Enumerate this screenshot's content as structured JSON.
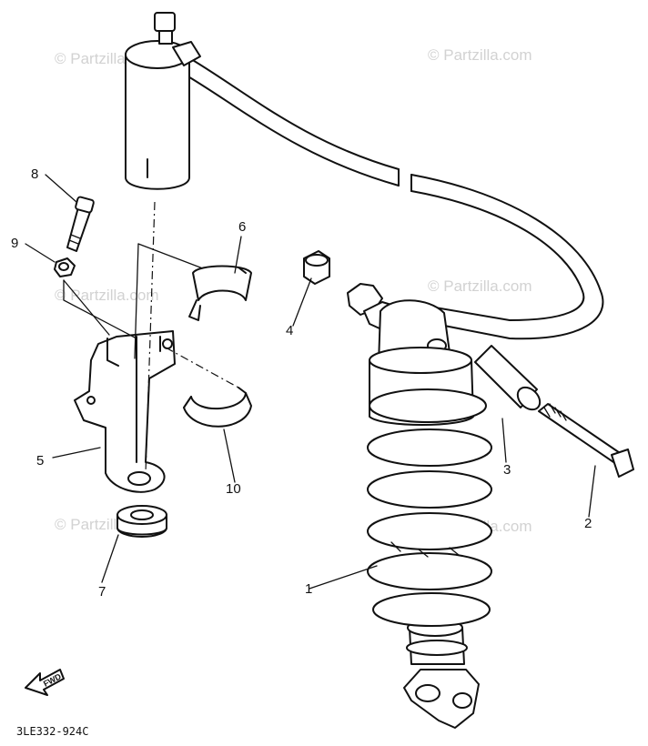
{
  "watermark": "© Partzilla.com",
  "drawing_code": "3LE332-924C",
  "fwd_label": "FWD",
  "callouts": {
    "c1": "1",
    "c2": "2",
    "c3": "3",
    "c4": "4",
    "c5": "5",
    "c6": "6",
    "c7": "7",
    "c8": "8",
    "c9": "9",
    "c10": "10"
  }
}
